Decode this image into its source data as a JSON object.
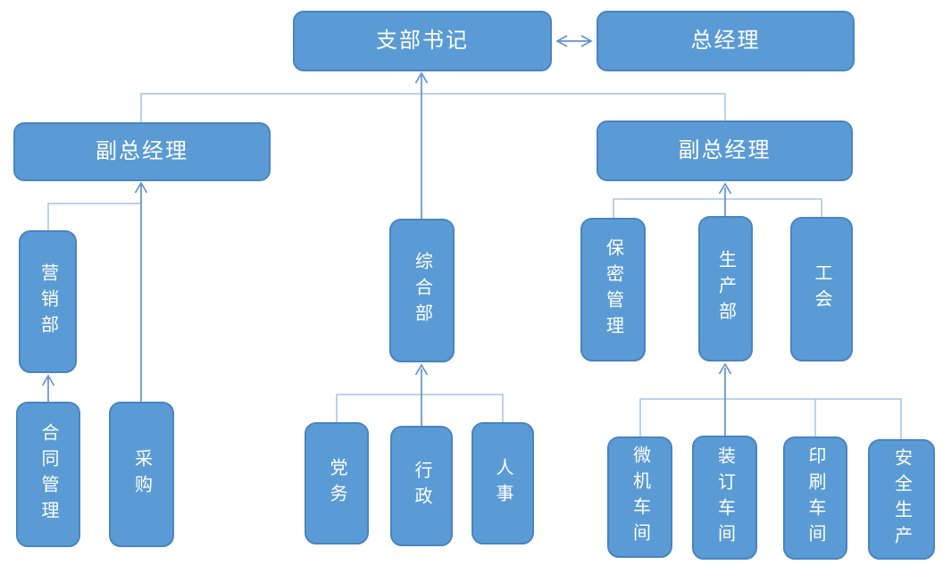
{
  "diagram": {
    "type": "org-chart",
    "nodes": {
      "branch_secretary": {
        "label": "支部书记",
        "shape": "horizontal"
      },
      "general_manager": {
        "label": "总经理",
        "shape": "horizontal"
      },
      "deputy_gm_left": {
        "label": "副总经理",
        "shape": "horizontal"
      },
      "deputy_gm_right": {
        "label": "副总经理",
        "shape": "horizontal"
      },
      "marketing_dept": {
        "label": "营销部",
        "shape": "vertical"
      },
      "general_dept": {
        "label": "综合部",
        "shape": "vertical"
      },
      "contract_management": {
        "label": "合同管理",
        "shape": "vertical"
      },
      "procurement": {
        "label": "采购",
        "shape": "vertical"
      },
      "party_affairs": {
        "label": "党务",
        "shape": "vertical"
      },
      "administration": {
        "label": "行政",
        "shape": "vertical"
      },
      "hr": {
        "label": "人事",
        "shape": "vertical"
      },
      "security_management": {
        "label": "保密管理",
        "shape": "vertical"
      },
      "production_dept": {
        "label": "生产部",
        "shape": "vertical"
      },
      "labor_union": {
        "label": "工会",
        "shape": "vertical"
      },
      "computer_workshop": {
        "label": "微机车间",
        "shape": "vertical"
      },
      "binding_workshop": {
        "label": "装订车间",
        "shape": "vertical"
      },
      "printing_workshop": {
        "label": "印刷车间",
        "shape": "vertical"
      },
      "safety_production": {
        "label": "安全生产",
        "shape": "vertical"
      }
    },
    "edges": [
      {
        "from": "branch_secretary",
        "to": "general_manager",
        "style": "double-arrow"
      },
      {
        "from": "general_dept",
        "to": "branch_secretary",
        "style": "arrow"
      },
      {
        "from": "deputy_gm_left",
        "to": "branch_secretary",
        "style": "elbow"
      },
      {
        "from": "deputy_gm_right",
        "to": "branch_secretary",
        "style": "elbow"
      },
      {
        "from": "procurement",
        "to": "deputy_gm_left",
        "style": "arrow"
      },
      {
        "from": "marketing_dept",
        "to": "deputy_gm_left",
        "style": "elbow"
      },
      {
        "from": "contract_management",
        "to": "marketing_dept",
        "style": "arrow"
      },
      {
        "from": "party_affairs",
        "to": "general_dept",
        "style": "elbow"
      },
      {
        "from": "administration",
        "to": "general_dept",
        "style": "arrow"
      },
      {
        "from": "hr",
        "to": "general_dept",
        "style": "elbow"
      },
      {
        "from": "security_management",
        "to": "deputy_gm_right",
        "style": "elbow"
      },
      {
        "from": "production_dept",
        "to": "deputy_gm_right",
        "style": "arrow"
      },
      {
        "from": "labor_union",
        "to": "deputy_gm_right",
        "style": "elbow"
      },
      {
        "from": "computer_workshop",
        "to": "production_dept",
        "style": "elbow"
      },
      {
        "from": "binding_workshop",
        "to": "production_dept",
        "style": "arrow"
      },
      {
        "from": "printing_workshop",
        "to": "production_dept",
        "style": "elbow"
      },
      {
        "from": "safety_production",
        "to": "production_dept",
        "style": "elbow"
      }
    ],
    "colors": {
      "node_fill": "#5B9BD5",
      "node_border": "#4A84C0",
      "node_text": "#FFFFFF",
      "connector_light": "#A6C4E7",
      "connector_dark": "#5E93D3",
      "background": "#FFFFFF"
    }
  }
}
